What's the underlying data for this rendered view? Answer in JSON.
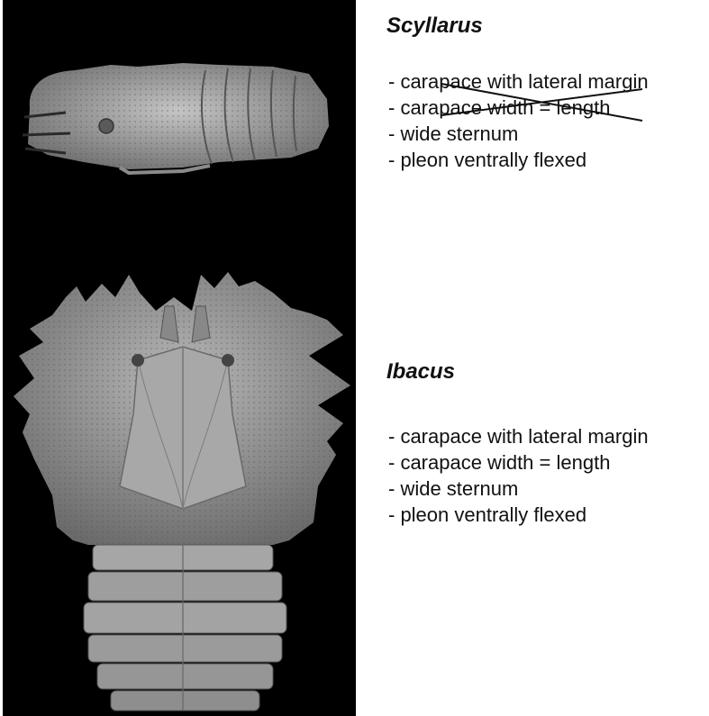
{
  "sections": [
    {
      "genus": "Scyllarus",
      "traits": [
        {
          "text": "- carapace with lateral margin",
          "crossed_out": true
        },
        {
          "text": "- carapace width = length",
          "crossed_out": true
        },
        {
          "text": "- wide sternum",
          "crossed_out": false
        },
        {
          "text": "- pleon ventrally flexed",
          "crossed_out": false
        }
      ]
    },
    {
      "genus": "Ibacus",
      "traits": [
        {
          "text": "- carapace with lateral margin",
          "crossed_out": false
        },
        {
          "text": "- carapace width = length",
          "crossed_out": false
        },
        {
          "text": "- wide sternum",
          "crossed_out": false
        },
        {
          "text": "- pleon ventrally flexed",
          "crossed_out": false
        }
      ]
    }
  ],
  "colors": {
    "photo_background": "#000000",
    "specimen": "#9a9a9a",
    "text": "#111111"
  }
}
